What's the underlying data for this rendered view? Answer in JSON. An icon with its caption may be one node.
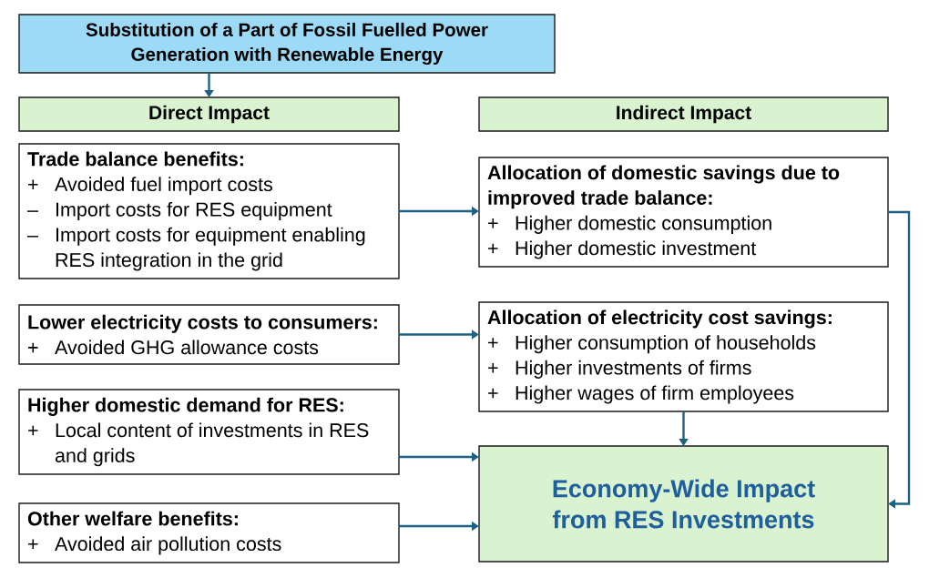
{
  "diagram": {
    "nodes": [
      {
        "text": [
          "Substitution of a Part of Fossil Fuelled Power Generation with Renewable Energy"
        ]
      },
      {
        "text": [
          "Direct Impact"
        ]
      },
      {
        "text": [
          "Indirect Impact"
        ]
      },
      {
        "text": [
          "Trade balance benefits:",
          "+",
          "Avoided fuel import costs",
          "–",
          "Import costs for RES equipment",
          "–",
          "Import costs for equipment enabling RES integration in the grid"
        ]
      },
      {
        "text": [
          "Allocation of domestic savings due to improved trade balance:",
          "+",
          "Higher domestic consumption",
          "+",
          "Higher domestic investment"
        ]
      },
      {
        "text": [
          "Lower electricity costs to consumers:",
          "+",
          "Avoided GHG allowance costs"
        ]
      },
      {
        "text": [
          "Allocation of electricity cost savings:",
          "+",
          "Higher consumption of households",
          "+",
          "Higher investments of firms",
          "+",
          "Higher wages of firm employees"
        ]
      },
      {
        "text": [
          "Higher domestic demand for RES:",
          "+",
          "Local content of investments in RES and grids"
        ]
      },
      {
        "text": [
          "Economy-Wide Impact from RES Investments"
        ]
      },
      {
        "text": [
          "Other welfare benefits:",
          "+",
          "Avoided air pollution costs"
        ]
      }
    ],
    "edges": [
      {
        "from": 0,
        "to": 1,
        "arrow": "to"
      },
      {
        "from": 3,
        "to": 4,
        "arrow": "to"
      },
      {
        "from": 5,
        "to": 6,
        "arrow": "to"
      },
      {
        "from": 6,
        "to": 8,
        "arrow": "to"
      },
      {
        "from": 7,
        "to": 8,
        "arrow": "to"
      },
      {
        "from": 9,
        "to": 8,
        "arrow": "to"
      },
      {
        "from": 4,
        "to": 8,
        "arrow": "to"
      }
    ]
  }
}
